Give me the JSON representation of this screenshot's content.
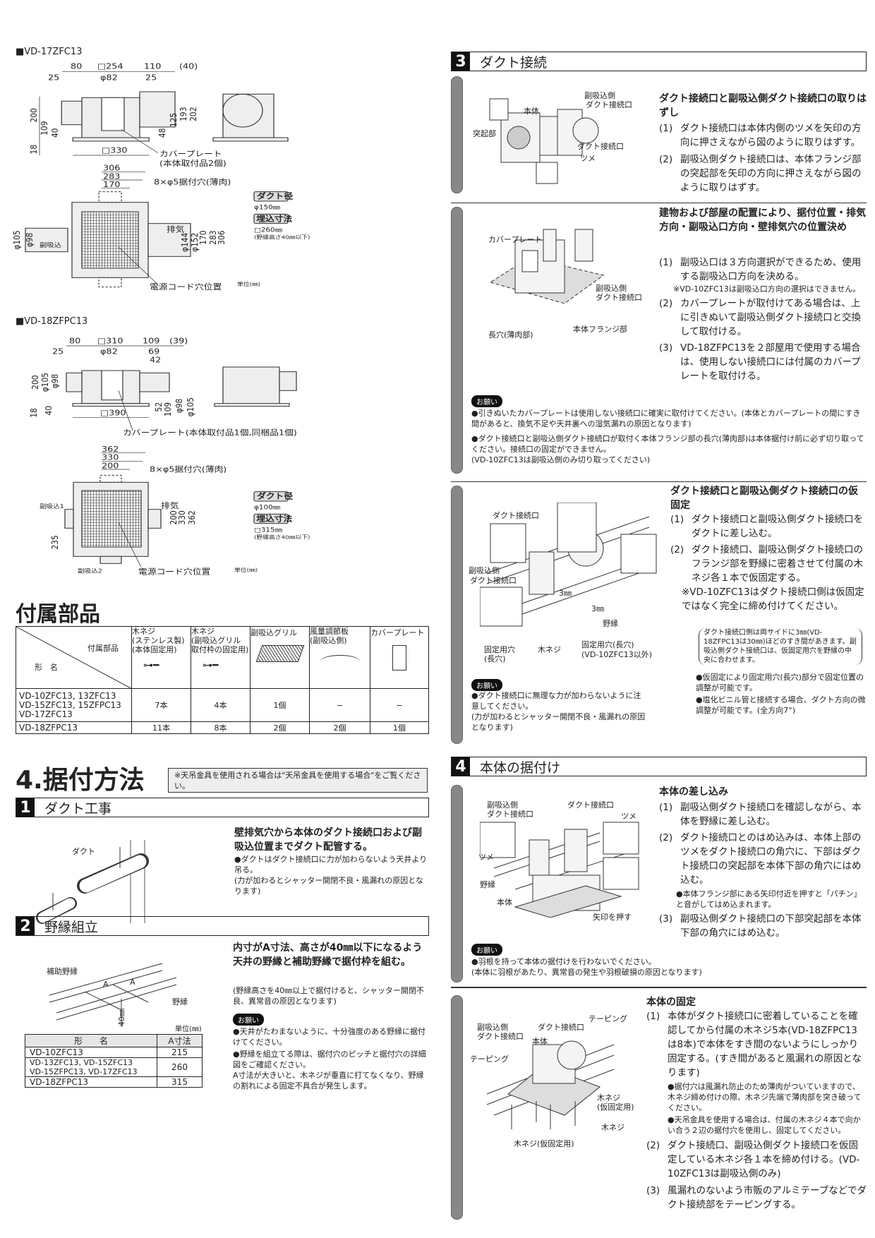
{
  "d17": {
    "title": "■VD-17ZFC13",
    "dims": [
      "80",
      "□254",
      "110",
      "(40)",
      "25",
      "φ82",
      "25",
      "200",
      "109",
      "40",
      "18",
      "48",
      "125",
      "193",
      "202",
      "□330",
      "306",
      "283",
      "170",
      "φ105",
      "φ98",
      "φ144",
      "φ152",
      "170",
      "283",
      "306"
    ],
    "cover_plate": "カバープレート",
    "cover_plate_note": "(本体取付品2個)",
    "holes": "8×φ5据付穴(薄肉)",
    "sub_intake": "副吸込",
    "exhaust": "排気",
    "cord": "電源コード穴位置",
    "duct_dia_label": "ダクト径",
    "duct_dia": "φ150㎜",
    "embed_label": "埋込寸法",
    "embed": "□260㎜",
    "embed_note": "(野縁高さ40㎜以下)",
    "unit": "単位(㎜)"
  },
  "d18": {
    "title": "■VD-18ZFPC13",
    "dims": [
      "80",
      "□310",
      "109",
      "(39)",
      "25",
      "φ82",
      "69",
      "42",
      "200",
      "φ105",
      "φ98",
      "18",
      "40",
      "□390",
      "52",
      "109",
      "φ98",
      "φ105",
      "362",
      "330",
      "200",
      "200",
      "330",
      "362",
      "235"
    ],
    "cover_plate": "カバープレート(本体取付品1個,同梱品1個)",
    "holes": "8×φ5据付穴(薄肉)",
    "sub_intake1": "副吸込1",
    "sub_intake2": "副吸込2",
    "exhaust": "排気",
    "cord": "電源コード穴位置",
    "duct_dia_label": "ダクト径",
    "duct_dia": "φ100㎜",
    "embed_label": "埋込寸法",
    "embed": "□315㎜",
    "embed_note": "(野縁高さ40㎜以下)",
    "unit": "単位(㎜)"
  },
  "accessories": {
    "title": "付属部品",
    "corner_top": "付属部品",
    "corner_bottom": "形　名",
    "columns": [
      "木ネジ\n(ステンレス製)\n(本体固定用)",
      "木ネジ\n(副吸込グリル\n取付枠の固定用)",
      "副吸込グリル",
      "風量調節板\n(副吸込側)",
      "カバープレート"
    ],
    "rows": [
      {
        "model": "VD-10ZFC13, 13ZFC13\nVD-15ZFC13, 15ZFPC13\nVD-17ZFC13",
        "values": [
          "7本",
          "4本",
          "1個",
          "−",
          "−"
        ]
      },
      {
        "model": "VD-18ZFPC13",
        "values": [
          "11本",
          "8本",
          "2個",
          "2個",
          "1個"
        ]
      }
    ]
  },
  "install": {
    "title": "4.据付方法",
    "note": "※天吊金具を使用される場合は\"天吊金具を使用する場合\"をご覧ください。"
  },
  "s1": {
    "num": "1",
    "title": "ダクト工事",
    "duct_label": "ダクト",
    "heading": "壁排気穴から本体のダクト接続口および副吸込位置までダクト配管する。",
    "bullet": "●ダクトはダクト接続口に力が加わらないよう天井より吊る。\n(力が加わるとシャッター開閉不良・風漏れの原因となります)"
  },
  "s2": {
    "num": "2",
    "title": "野縁組立",
    "label_aux": "補助野縁",
    "label_nobuchi": "野縁",
    "label_a": "A",
    "label_40": "40㎜",
    "unit": "単位(㎜)",
    "table": {
      "headers": [
        "形　　名",
        "A寸法"
      ],
      "rows": [
        [
          "VD-10ZFC13",
          "215"
        ],
        [
          "VD-13ZFC13, VD-15ZFC13\nVD-15ZFPC13, VD-17ZFC13",
          "260"
        ],
        [
          "VD-18ZFPC13",
          "315"
        ]
      ]
    },
    "heading": "内寸がA寸法、高さが40㎜以下になるよう天井の野縁と補助野縁で据付枠を組む。",
    "sub": "(野縁高さを40㎜以上で据付けると、シャッター開閉不良、異常音の原因となります)",
    "caution": "お願い",
    "bullets": [
      "●天井がたわまないように、十分強度のある野縁に据付けてください。",
      "●野縁を組立てる際は、据付穴のピッチと据付穴の詳細図をご確認ください。\nA寸法が大きいと、木ネジが垂直に打てなくなり、野縁の割れによる固定不具合が発生します。"
    ]
  },
  "s3": {
    "num": "3",
    "title": "ダクト接続",
    "step1": {
      "heading": "ダクト接続口と副吸込側ダクト接続口の取りはずし",
      "items": [
        [
          "(1)",
          "ダクト接続口は本体内側のツメを矢印の方向に押さえながら図のように取りはずす。"
        ],
        [
          "(2)",
          "副吸込側ダクト接続口は、本体フランジ部の突起部を矢印の方向に押さえながら図のように取りはずす。"
        ]
      ],
      "labels": [
        "副吸込側",
        "ダクト接続口",
        "本体",
        "突起部",
        "ダクト接続口",
        "ツメ"
      ]
    },
    "step2": {
      "heading": "建物および部屋の配置により、据付位置・排気方向・副吸込口方向・壁排気穴の位置決め",
      "items": [
        [
          "(1)",
          "副吸込口は３方向選択ができるため、使用する副吸込口方向を決める。"
        ],
        [
          "(2)",
          "カバープレートが取付けてある場合は、上に引きぬいて副吸込側ダクト接続口と交換して取付ける。"
        ],
        [
          "(3)",
          "VD-18ZFPC13を２部屋用で使用する場合は、使用しない接続口には付属のカバープレートを取付ける。"
        ]
      ],
      "note": "※VD-10ZFC13は副吸込口方向の選択はできません。",
      "caution": "お願い",
      "bullets": [
        "●引きぬいたカバープレートは使用しない接続口に確実に取付けてください。(本体とカバープレートの間にすき間があると、換気不足や天井裏への湿気漏れの原因となります)",
        "●ダクト接続口と副吸込側ダクト接続口が取付く本体フランジ部の長穴(薄肉部)は本体据付け前に必ず切り取ってください。接続口の固定ができません。\n(VD-10ZFC13は副吸込側のみ切り取ってください)"
      ],
      "labels": [
        "カバープレート",
        "副吸込側",
        "ダクト接続口",
        "長穴(薄肉部)",
        "本体フランジ部"
      ]
    },
    "step3": {
      "heading": "ダクト接続口と副吸込側ダクト接続口の仮固定",
      "items": [
        [
          "(1)",
          "ダクト接続口と副吸込側ダクト接続口をダクトに差し込む。"
        ],
        [
          "(2)",
          "ダクト接続口、副吸込側ダクト接続口のフランジ部を野縁に密着させて付属の木ネジ各１本で仮固定する。"
        ]
      ],
      "note": "※VD-10ZFC13はダクト接続口側は仮固定ではなく完全に締め付けてください。",
      "paren": "ダクト接続口側は両サイドに3㎜(VD-18ZFPC13は30㎜)ほどのすき間があきます。副吸込側ダクト接続口は、仮固定用穴を野縁の中央に合わせます。",
      "bullets": [
        "●仮固定により固定用穴(長穴)部分で固定位置の調整が可能です。",
        "●塩化ビニル管と接続する場合、ダクト方向の微調整が可能です。(全方向7°)"
      ],
      "caution": "お願い",
      "caution_bullet": "●ダクト接続口に無理な力が加わらないように注意してください。\n(力が加わるとシャッター開閉不良・風漏れの原因となります)",
      "labels": [
        "ダクト接続口",
        "副吸込側",
        "ダクト接続口",
        "3㎜",
        "3㎜",
        "野縁",
        "固定用穴",
        "(長穴)",
        "木ネジ",
        "固定用穴(長穴)",
        "(VD-10ZFC13以外)"
      ]
    }
  },
  "s4": {
    "num": "4",
    "title": "本体の据付け",
    "step1": {
      "heading": "本体の差し込み",
      "items": [
        [
          "(1)",
          "副吸込側ダクト接続口を確認しながら、本体を野縁に差し込む。"
        ],
        [
          "(2)",
          "ダクト接続口とのはめ込みは、本体上部のツメをダクト接続口の角穴に、下部はダクト接続口の突起部を本体下部の角穴にはめ込む。"
        ],
        [
          "(3)",
          "副吸込側ダクト接続口の下部突起部を本体下部の角穴にはめ込む。"
        ]
      ],
      "bullet": "●本体フランジ部にある矢印付近を押すと「パチン」と音がしてはめ込まれます。",
      "caution": "お願い",
      "caution_bullet": "●羽根を持って本体の据付けを行わないでください。\n(本体に羽根があたり、異常音の発生や羽根破損の原因となります)",
      "labels": [
        "副吸込側",
        "ダクト接続口",
        "ダクト接続口",
        "ツメ",
        "ツメ",
        "野縁",
        "本体",
        "矢印を押す"
      ]
    },
    "step2": {
      "heading": "本体の固定",
      "items": [
        [
          "(1)",
          "本体がダクト接続口に密着していることを確認してから付属の木ネジ5本(VD-18ZFPC13は8本)で本体をすき間のないようにしっかり固定する。(すき間があると風漏れの原因となります)"
        ],
        [
          "(2)",
          "ダクト接続口、副吸込側ダクト接続口を仮固定している木ネジ各１本を締め付ける。(VD-10ZFC13は副吸込側のみ)"
        ],
        [
          "(3)",
          "風漏れのないよう市販のアルミテープなどでダクト接続部をテーピングする。"
        ]
      ],
      "bullets": [
        "●据付穴は風漏れ防止のため薄肉がついていますので、木ネジ締め付けの際、木ネジ先端で薄肉部を突き破ってください。",
        "●天吊金具を使用する場合は、付属の木ネジ４本で向かい合う２辺の据付穴を使用し、固定してください。"
      ],
      "labels": [
        "テーピング",
        "副吸込側",
        "ダクト接続口",
        "ダクト接続口",
        "本体",
        "テーピング",
        "木ネジ",
        "(仮固定用)",
        "木ネジ",
        "木ネジ(仮固定用)"
      ]
    }
  }
}
